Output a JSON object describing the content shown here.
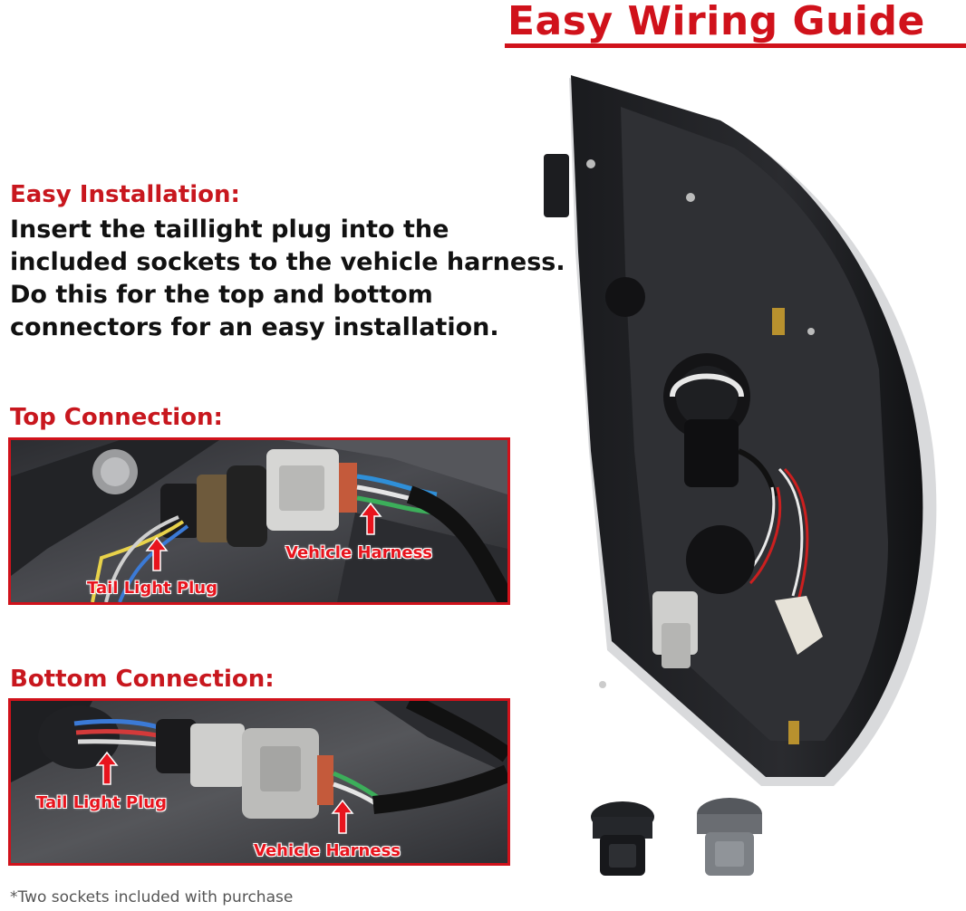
{
  "title": "Easy Wiring Guide",
  "colors": {
    "accent": "#d0121b",
    "text": "#111111",
    "footnote": "#555555"
  },
  "install": {
    "heading": "Easy Installation:",
    "lines": [
      "Insert the taillight plug into the",
      "included sockets to the vehicle harness.",
      "Do this for the top and bottom",
      "connectors for an easy installation."
    ]
  },
  "top_connection": {
    "heading": "Top Connection:",
    "labels": {
      "vehicle_harness": "Vehicle Harness",
      "tail_light_plug": "Tail Light Plug"
    }
  },
  "bottom_connection": {
    "heading": "Bottom Connection:",
    "labels": {
      "tail_light_plug": "Tail Light Plug",
      "vehicle_harness": "Vehicle Harness"
    }
  },
  "footnote": "*Two sockets included with purchase"
}
